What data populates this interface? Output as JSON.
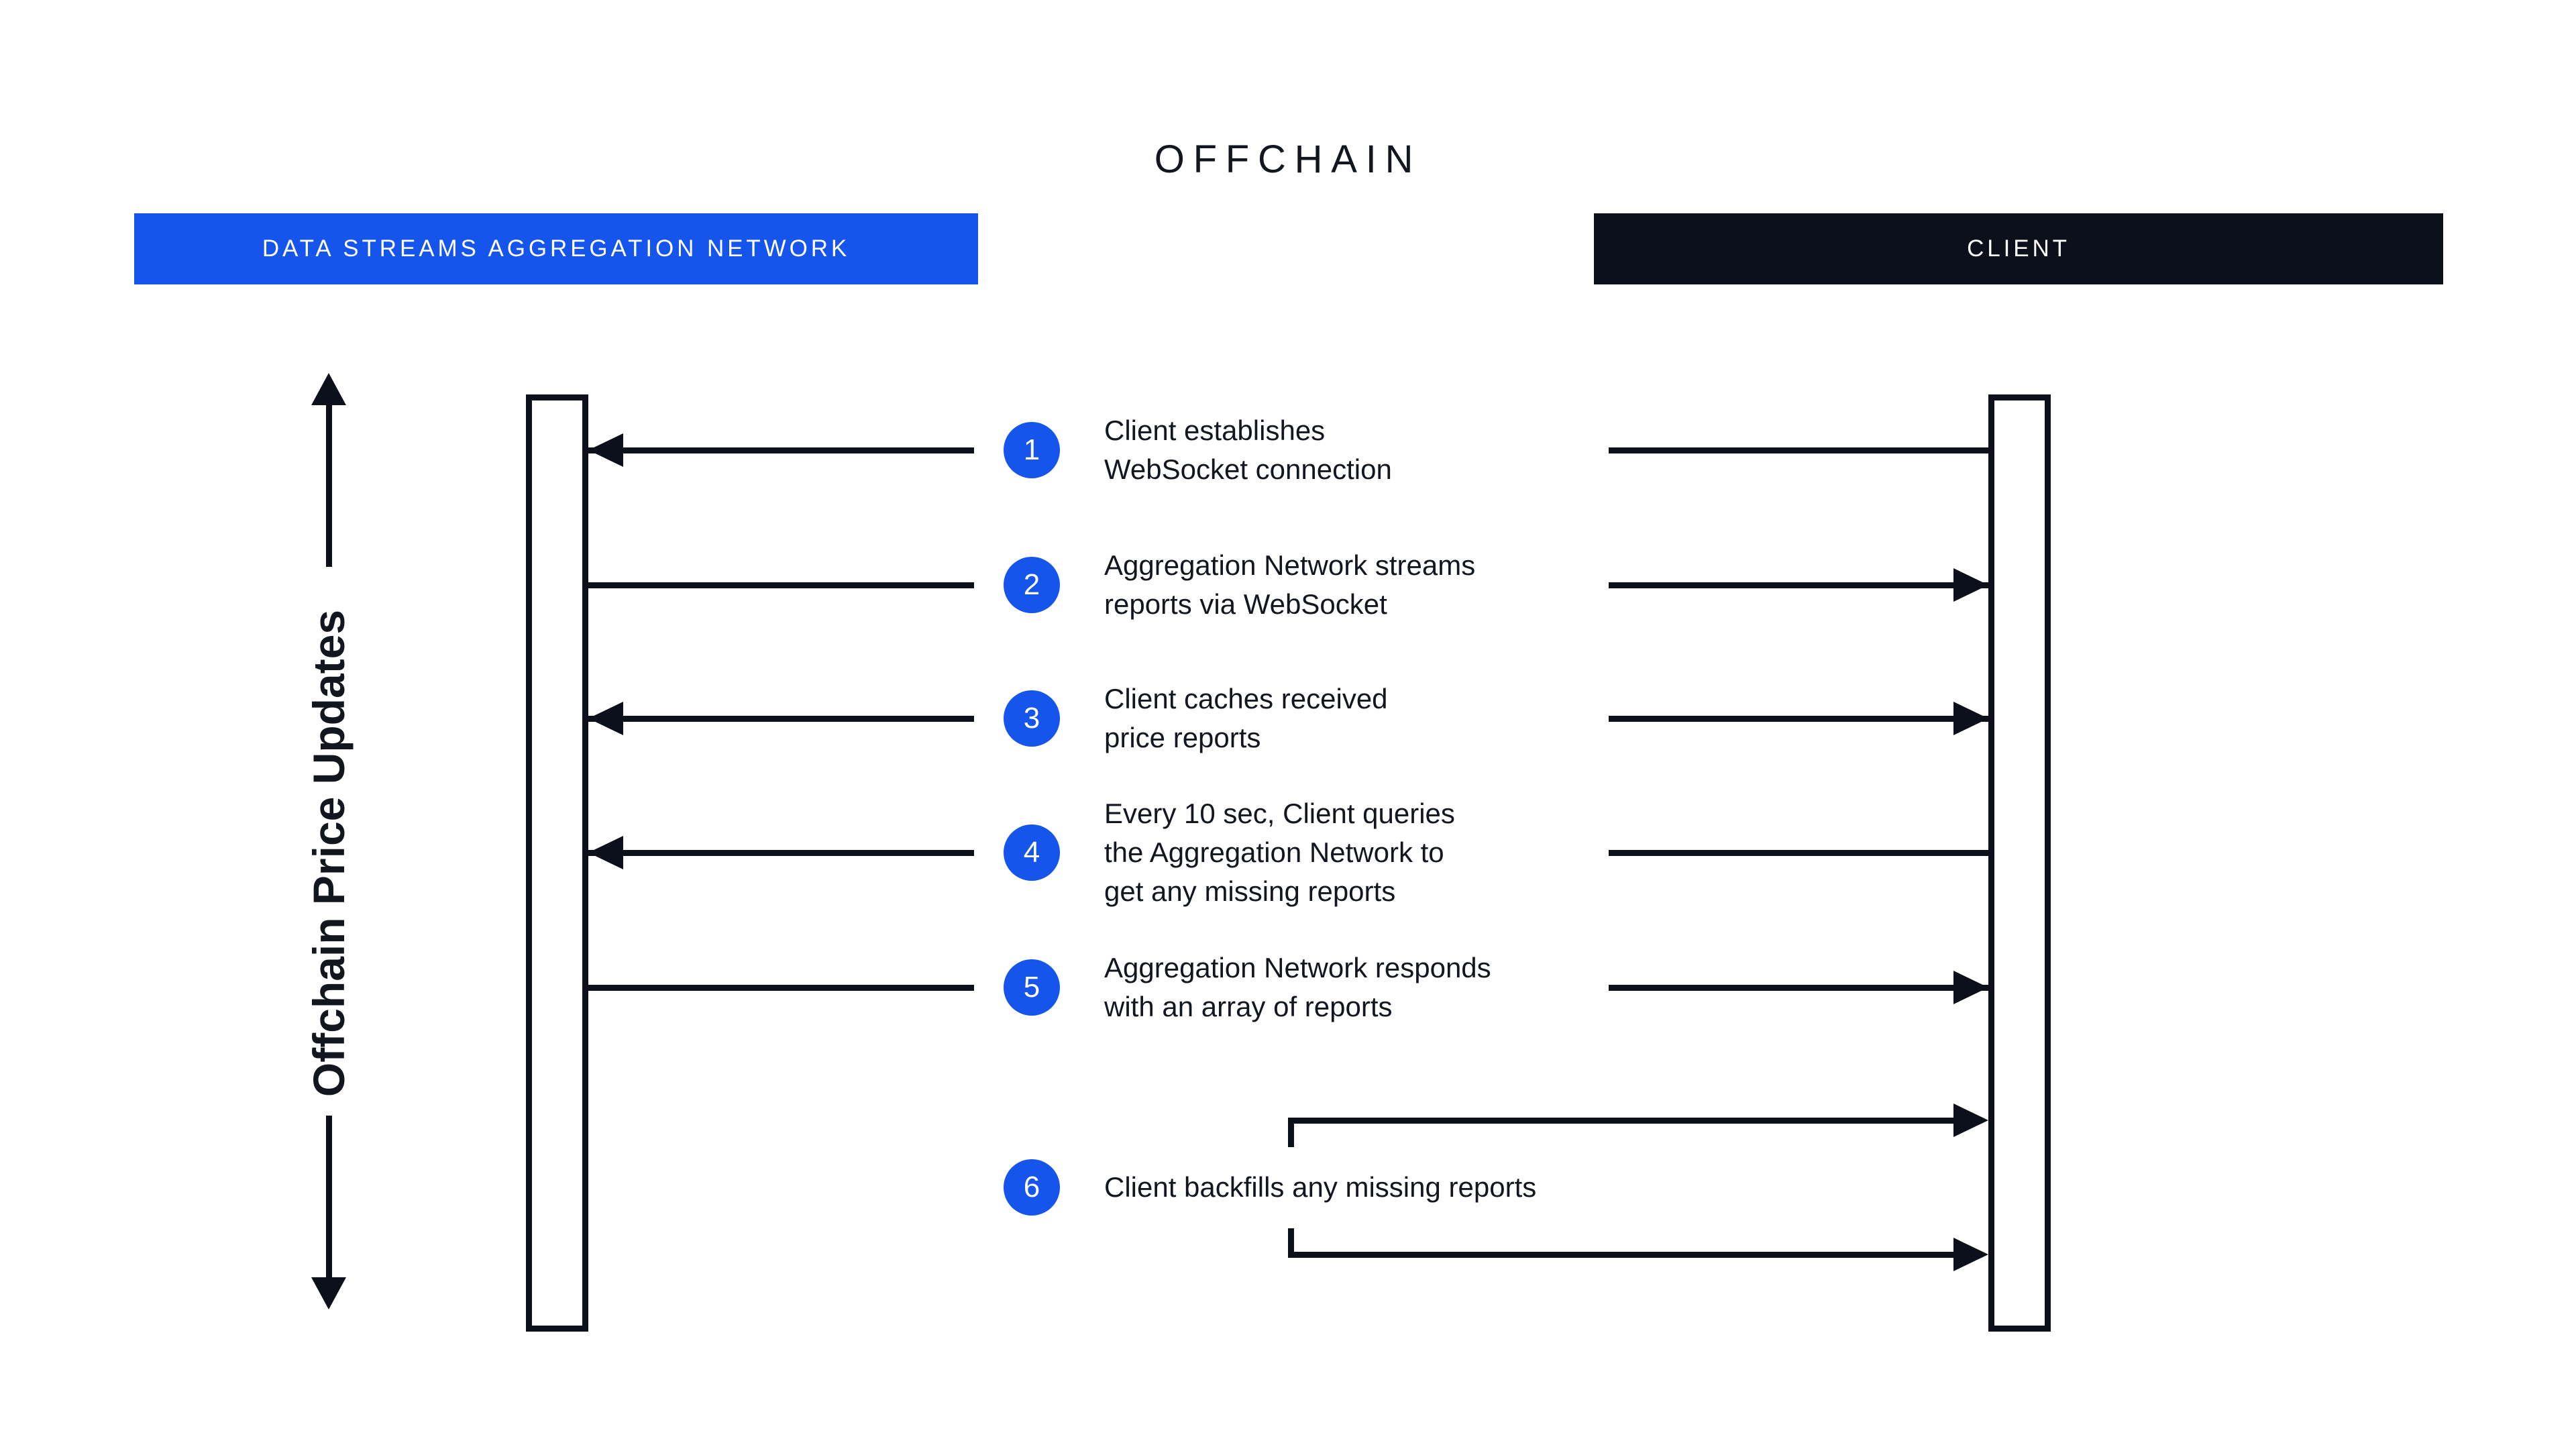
{
  "title": "OFFCHAIN",
  "lanes": {
    "left_label": "DATA STREAMS AGGREGATION NETWORK",
    "right_label": "CLIENT"
  },
  "axis": {
    "label": "Offchain Price Updates"
  },
  "colors": {
    "blue": "#1655EC",
    "dark": "#0C101B",
    "ink": "#12161F"
  },
  "steps": [
    {
      "num": "1",
      "lines": [
        "Client establishes",
        "WebSocket connection"
      ],
      "direction": "client-to-network"
    },
    {
      "num": "2",
      "lines": [
        "Aggregation Network streams",
        "reports via WebSocket"
      ],
      "direction": "network-to-client"
    },
    {
      "num": "3",
      "lines": [
        "Client caches received",
        "price reports"
      ],
      "direction": "both"
    },
    {
      "num": "4",
      "lines": [
        "Every 10 sec, Client queries",
        "the Aggregation Network to",
        "get any missing reports"
      ],
      "direction": "client-to-network"
    },
    {
      "num": "5",
      "lines": [
        "Aggregation Network responds",
        "with an array of reports"
      ],
      "direction": "network-to-client"
    },
    {
      "num": "6",
      "lines": [
        "Client backfills any missing reports"
      ],
      "direction": "client-self"
    }
  ]
}
